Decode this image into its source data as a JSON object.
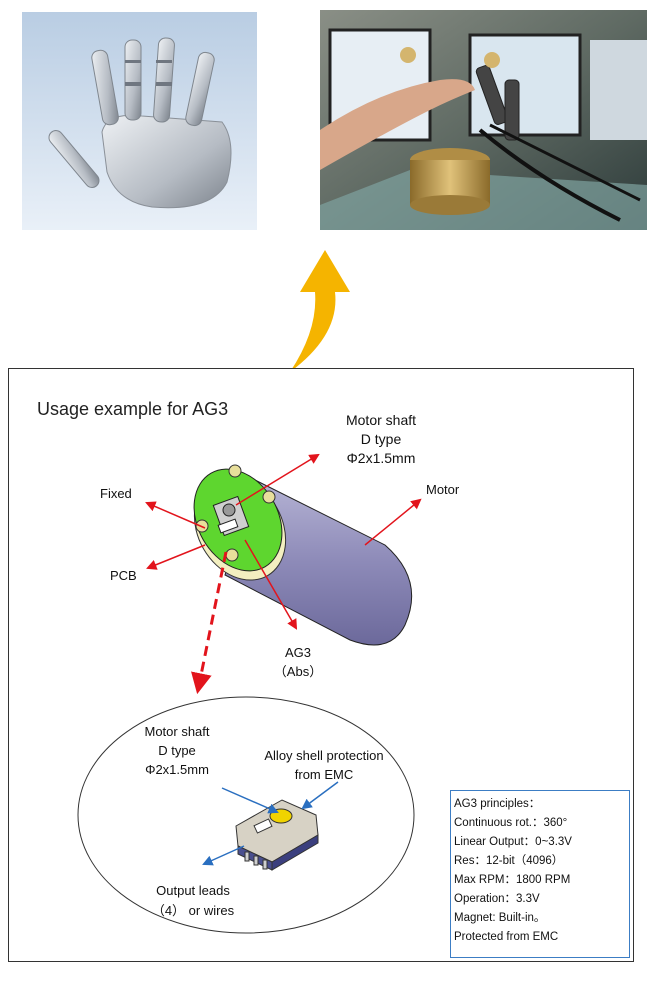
{
  "panel": {
    "title": "Usage example for AG3"
  },
  "callouts": {
    "motor_shaft_top": [
      "Motor shaft",
      "D type",
      "Φ2x1.5mm"
    ],
    "motor": "Motor",
    "fixed": "Fixed",
    "pcb": "PCB",
    "ag3": [
      "AG3",
      "（Abs）"
    ],
    "motor_shaft_bottom": [
      "Motor shaft",
      "D type",
      "Φ2x1.5mm"
    ],
    "alloy_shell": [
      "Alloy shell protection",
      "from EMC"
    ],
    "output_leads": [
      "Output leads",
      "（4） or wires"
    ]
  },
  "specs": {
    "lines": [
      "AG3 principles：",
      "Continuous rot.：360°",
      "Linear Output：0~3.3V",
      "Res：12-bit（4096）",
      "Max RPM：1800 RPM",
      "Operation：3.3V",
      "Magnet: Built-in。",
      "Protected from EMC"
    ]
  },
  "colors": {
    "arrow_red": "#e2141c",
    "arrow_blue": "#2a6fc0",
    "curved_arrow": "#f5b400",
    "pcb_green": "#5ed62f",
    "border_blue": "#3c7dc4"
  },
  "icons": {
    "cad_image": "robot-hand-cad-render",
    "lab_image": "robot-hand-lab-photo"
  }
}
